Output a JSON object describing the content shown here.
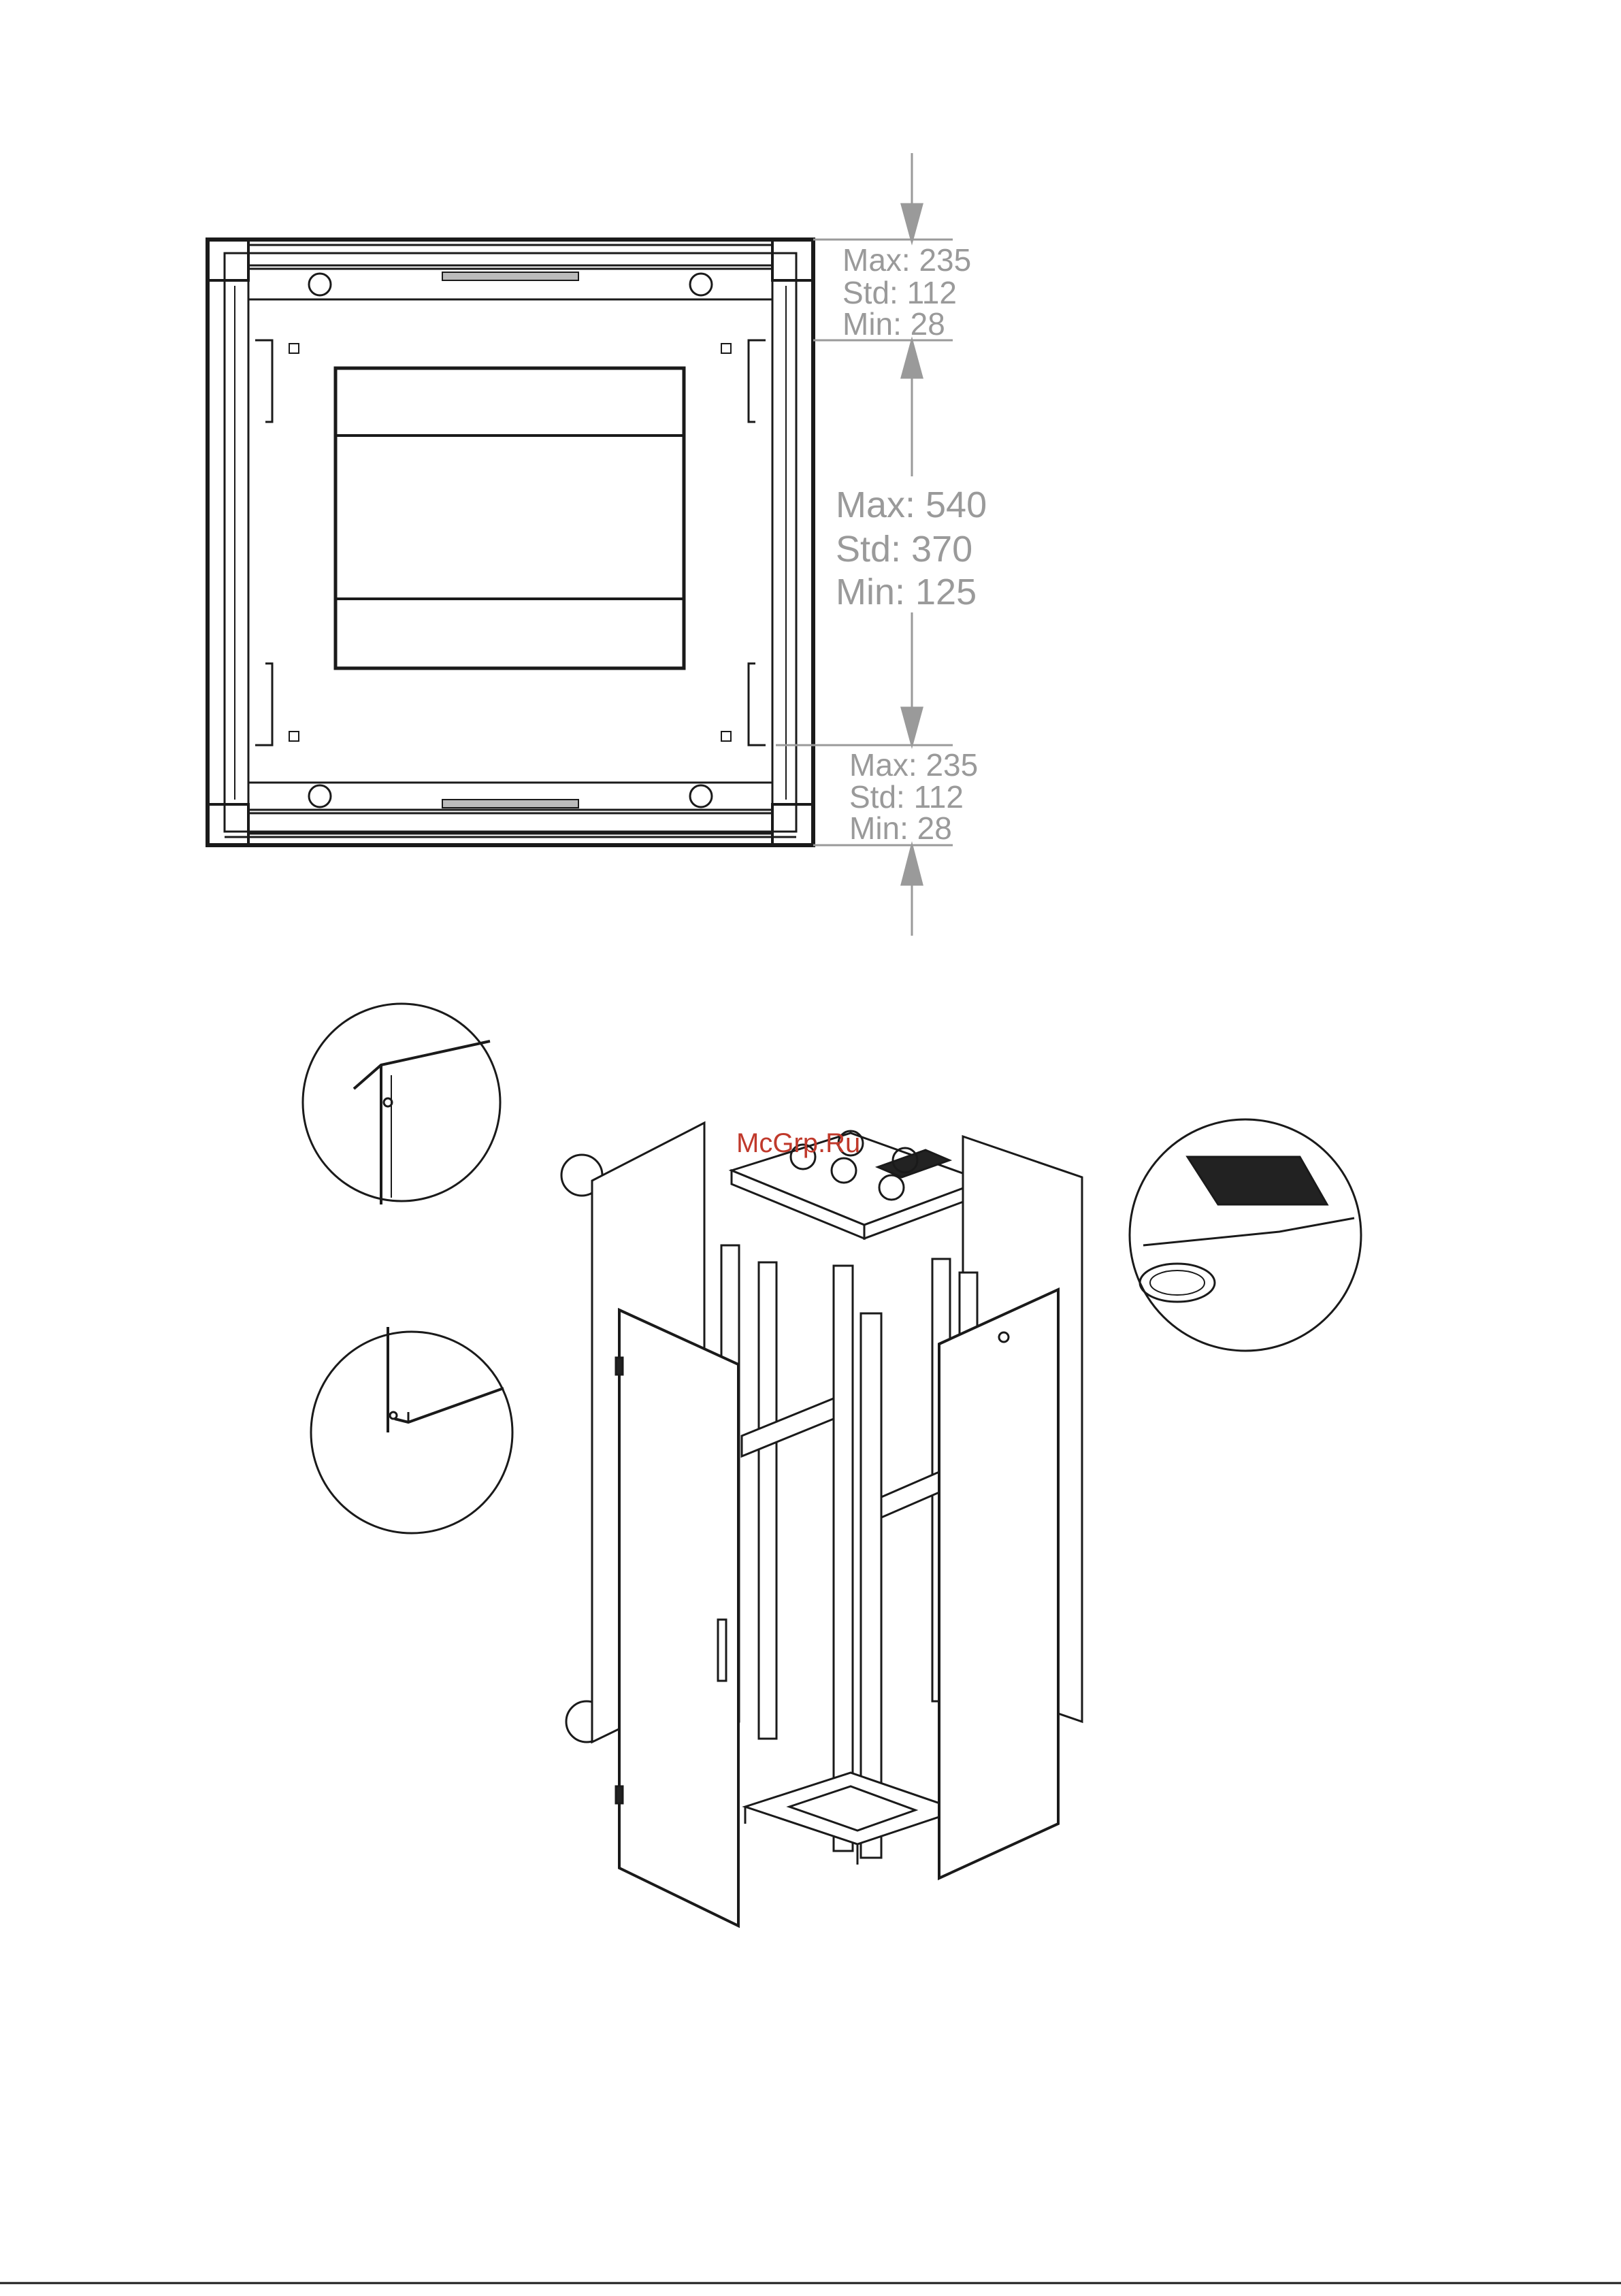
{
  "top_view": {
    "top_clearance": {
      "max": "Max: 235",
      "std": "Std: 112",
      "min": "Min: 28"
    },
    "middle_span": {
      "max": "Max: 540",
      "std": "Std: 370",
      "min": "Min: 125"
    },
    "bottom_clearance": {
      "max": "Max: 235",
      "std": "Std: 112",
      "min": "Min: 28"
    }
  },
  "watermark": "McGrp.Ru",
  "colors": {
    "line": "#1a1a1a",
    "dimension_text": "#9a9a9a",
    "watermark": "#c0392b"
  }
}
